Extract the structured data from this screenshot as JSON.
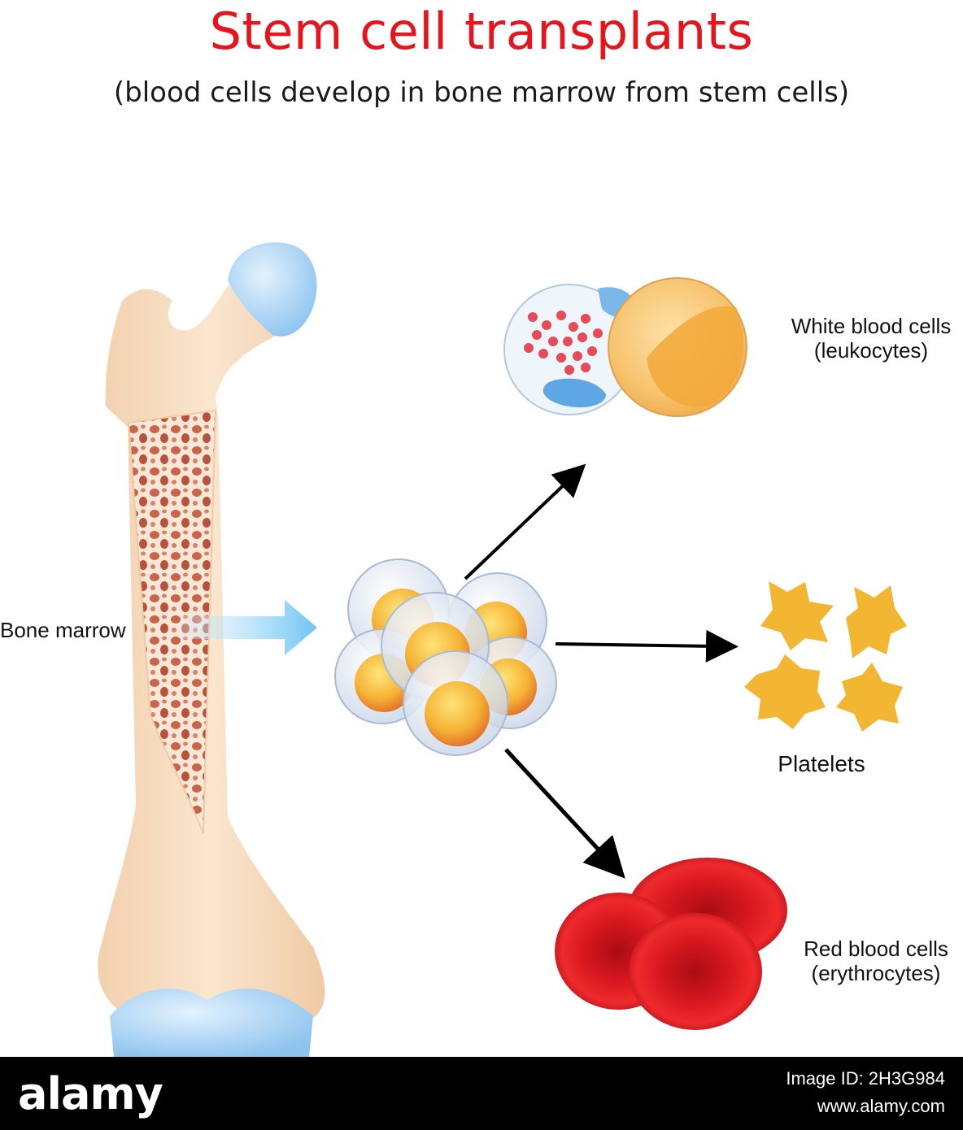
{
  "title": "Stem cell transplants",
  "subtitle": "(blood cells develop in bone marrow from stem cells)",
  "labels": {
    "bone_marrow": "Bone marrow",
    "white_cells_line1": "White blood cells",
    "white_cells_line2": "(leukocytes)",
    "platelets": "Platelets",
    "red_cells_line1": "Red blood cells",
    "red_cells_line2": "(erythrocytes)"
  },
  "colors": {
    "title_red": "#e8141c",
    "bone": "#f7dcc0",
    "cartilage": "#a9d3f5",
    "marrow": "#c9644c",
    "platelet": "#f2b632",
    "rbc": "#d3141c",
    "arrow_blue": "#8fd0f5"
  },
  "footer": {
    "logo": "alamy",
    "image_id": "Image ID: 2H3G984",
    "url": "www.alamy.com"
  }
}
